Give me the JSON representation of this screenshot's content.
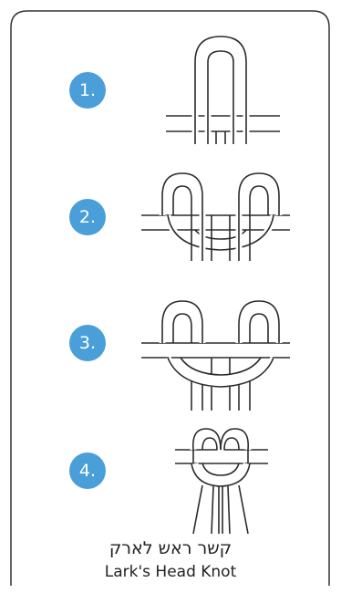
{
  "steps": [
    {
      "number": "1."
    },
    {
      "number": "2."
    },
    {
      "number": "3."
    },
    {
      "number": "4."
    }
  ],
  "caption": {
    "hebrew": "קשר ראש לארק",
    "english": "Lark's Head Knot"
  },
  "colors": {
    "badge": "#4a9fd8",
    "line": "#2b2b2b",
    "frame": "#333333"
  }
}
